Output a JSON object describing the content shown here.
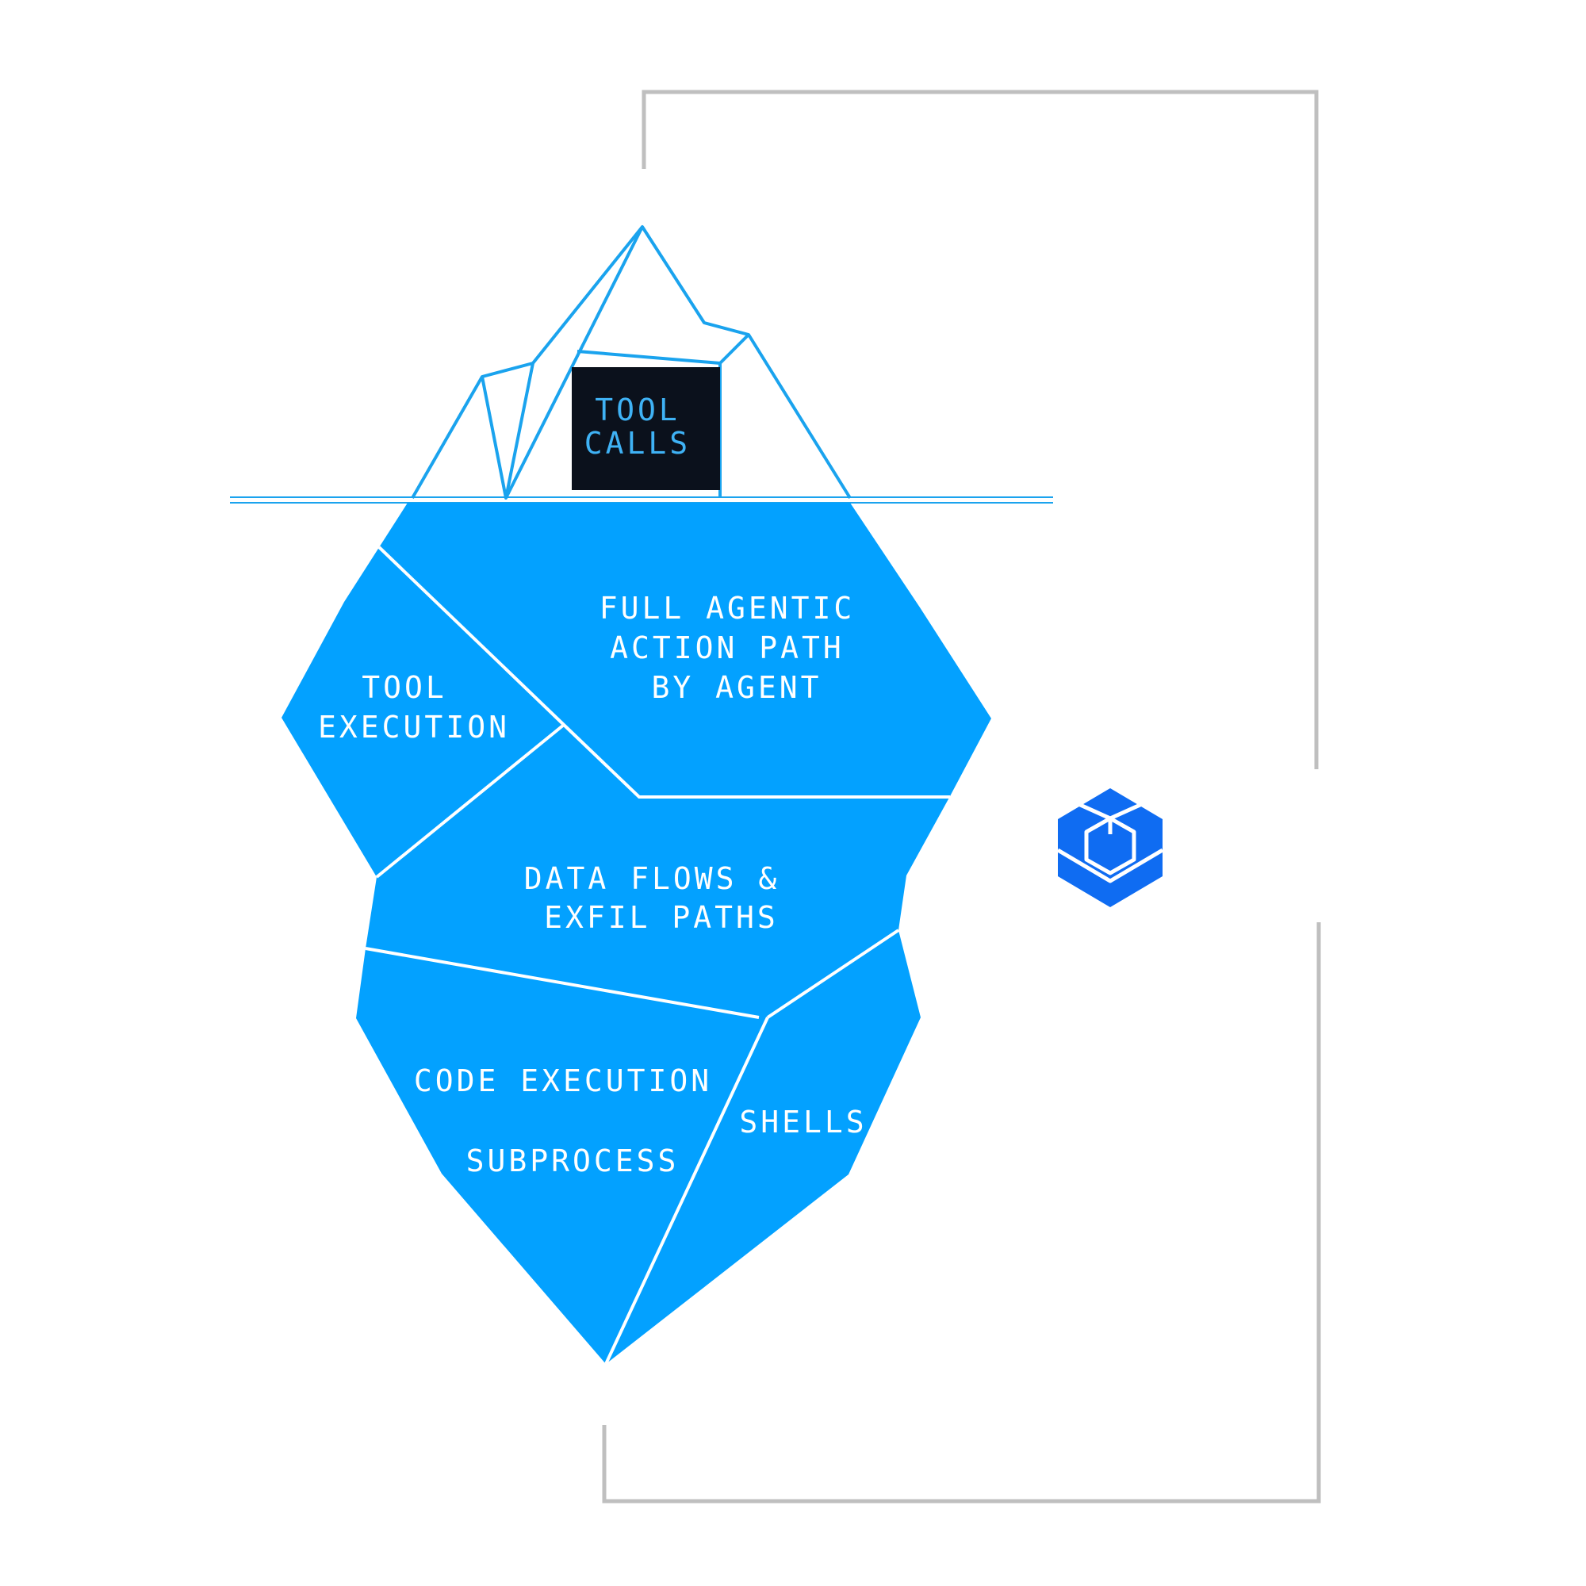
{
  "colors": {
    "ice_fill": "#03a1ff",
    "ice_outline": "#1aa3ee",
    "segment_line": "#ffffff",
    "tip_box_fill": "#0b111c",
    "tip_text": "#3fb2f5",
    "body_text": "#ffffff",
    "frame": "#bfbfbf",
    "logo_blue": "#0f6cf2"
  },
  "tip": {
    "label_line1": "TOOL",
    "label_line2": "CALLS"
  },
  "segments": {
    "full_agentic": {
      "line1": "FULL AGENTIC",
      "line2": "ACTION PATH",
      "line3": "BY AGENT"
    },
    "tool_execution": {
      "line1": "TOOL",
      "line2": "EXECUTION"
    },
    "data_flows": {
      "line1": "DATA FLOWS &",
      "line2": "EXFIL PATHS"
    },
    "code_execution": {
      "line1": "CODE EXECUTION",
      "line2": "SUBPROCESS"
    },
    "shells": {
      "line1": "SHELLS"
    }
  },
  "logo": {
    "icon": "cube-logo-icon"
  }
}
